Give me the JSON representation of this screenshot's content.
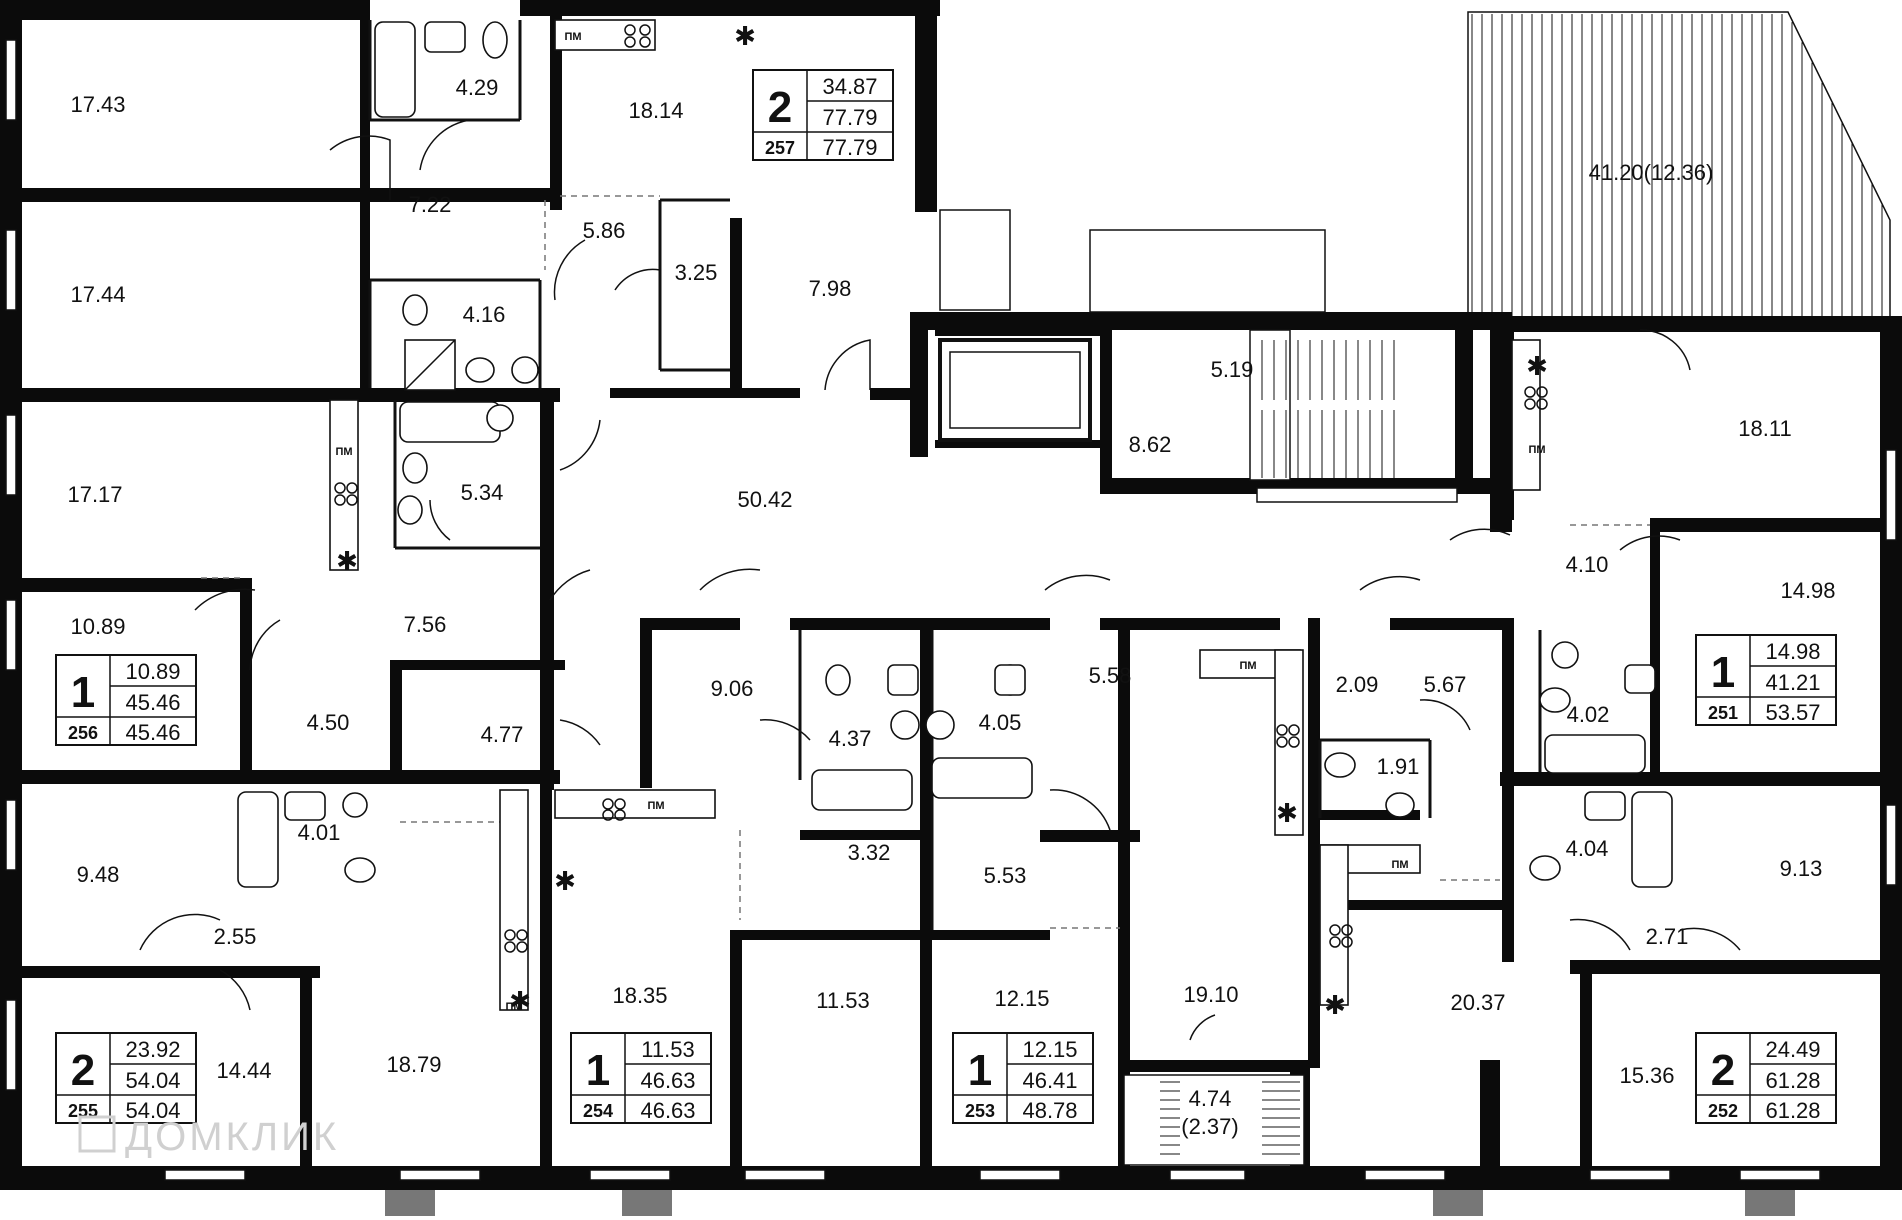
{
  "room_areas": [
    "17.43",
    "4.29",
    "18.14",
    "7.22",
    "5.86",
    "3.25",
    "7.98",
    "17.44",
    "4.16",
    "17.17",
    "5.34",
    "50.42",
    "5.19",
    "8.62",
    "18.11",
    "4.10",
    "14.98",
    "10.89",
    "7.56",
    "9.06",
    "5.58",
    "2.09",
    "5.67",
    "4.50",
    "4.77",
    "4.37",
    "4.05",
    "1.91",
    "4.02",
    "9.48",
    "4.01",
    "3.32",
    "5.53",
    "4.04",
    "9.13",
    "2.55",
    "2.71",
    "18.35",
    "11.53",
    "12.15",
    "19.10",
    "20.37",
    "14.44",
    "18.79",
    "15.36",
    "41.20(12.36)",
    "4.74",
    "(2.37)"
  ],
  "apartments": [
    {
      "number": "257",
      "rooms": "2",
      "values": [
        "34.87",
        "77.79",
        "77.79"
      ]
    },
    {
      "number": "256",
      "rooms": "1",
      "values": [
        "10.89",
        "45.46",
        "45.46"
      ]
    },
    {
      "number": "251",
      "rooms": "1",
      "values": [
        "14.98",
        "41.21",
        "53.57"
      ]
    },
    {
      "number": "255",
      "rooms": "2",
      "values": [
        "23.92",
        "54.04",
        "54.04"
      ]
    },
    {
      "number": "254",
      "rooms": "1",
      "values": [
        "11.53",
        "46.63",
        "46.63"
      ]
    },
    {
      "number": "253",
      "rooms": "1",
      "values": [
        "12.15",
        "46.41",
        "48.78"
      ]
    },
    {
      "number": "252",
      "rooms": "2",
      "values": [
        "24.49",
        "61.28",
        "61.28"
      ]
    }
  ],
  "fixture_label": "ПМ",
  "watermark": "ДОМКЛИК",
  "colors": {
    "wall": "#0b0b0b",
    "background": "#ffffff",
    "watermark": "#d0d0d0"
  }
}
